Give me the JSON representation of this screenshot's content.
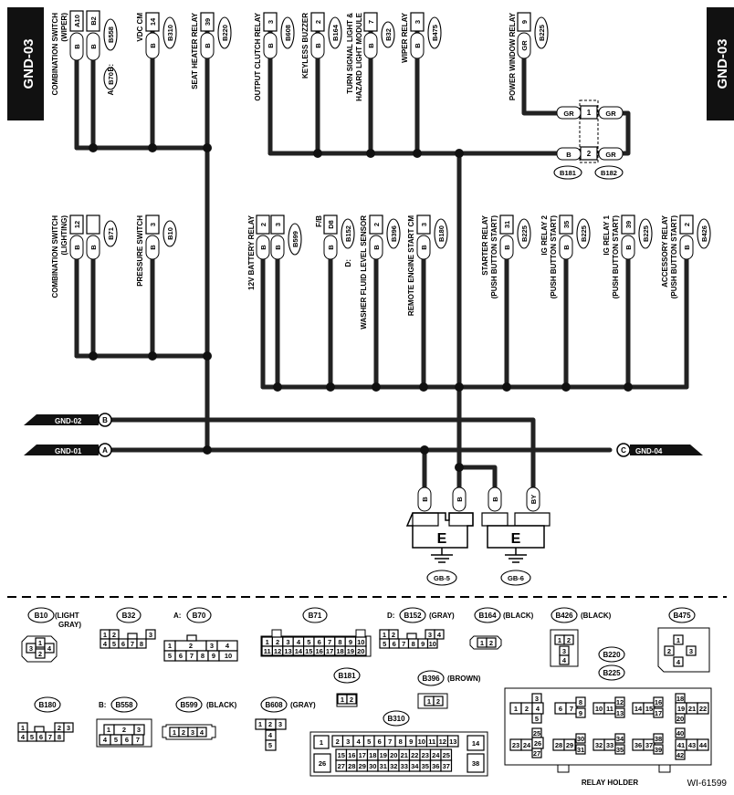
{
  "tabs": {
    "left": "GND-03",
    "right": "GND-03"
  },
  "components": {
    "comb_wiper": {
      "name1": "COMBINATION SWITCH",
      "name2": "(WIPER)",
      "pins": [
        "A10",
        "B2"
      ],
      "wires": [
        "B",
        "B"
      ],
      "conn_a": "A:",
      "conn_a_id": "B70",
      "conn_b": "B:",
      "conn_b_id": "B558"
    },
    "vdc": {
      "name": "VDC CM",
      "pin": "14",
      "wire": "B",
      "conn": "B310"
    },
    "seat": {
      "name": "SEAT HEATER RELAY",
      "pin": "39",
      "wire": "B",
      "conn": "B220"
    },
    "clutch": {
      "name": "OUTPUT CLUTCH RELAY",
      "pin": "3",
      "wire": "B",
      "conn": "B608"
    },
    "buzzer": {
      "name": "KEYLESS BUZZER",
      "pin": "2",
      "wire": "B",
      "conn": "B164"
    },
    "turn": {
      "name1": "TURN SIGNAL LIGHT &",
      "name2": "HAZARD LIGHT MODULE",
      "pin": "7",
      "wire": "B",
      "conn": "B32"
    },
    "wiper": {
      "name": "WIPER RELAY",
      "pin": "3",
      "wire": "B",
      "conn": "B475"
    },
    "pw": {
      "name": "POWER WINDOW RELAY",
      "pin": "9",
      "wire": "GR",
      "conn": "B225",
      "joint_pins": [
        "1",
        "2"
      ],
      "joint_wires": [
        "GR",
        "GR",
        "B",
        "GR"
      ],
      "joint_conns": [
        "B181",
        "B182"
      ]
    },
    "comb_light": {
      "name1": "COMBINATION SWITCH",
      "name2": "(LIGHTING)",
      "pin": "12",
      "wire": "B",
      "conn": "B71"
    },
    "pressure": {
      "name": "PRESSURE SWITCH",
      "pin": "3",
      "wire": "B",
      "conn": "B10"
    },
    "battery": {
      "name": "12V BATTERY RELAY",
      "pins": [
        "2",
        "3"
      ],
      "wires": [
        "B",
        "B"
      ],
      "conn": "B599"
    },
    "fb": {
      "name": "F/B",
      "pin": "D8",
      "wire": "B",
      "conn_pre": "D:",
      "conn": "B152"
    },
    "washer": {
      "name": "WASHER FLUID LEVEL SENSOR",
      "pin": "2",
      "wire": "B",
      "conn": "B396"
    },
    "remote": {
      "name": "REMOTE ENGINE START CM",
      "pin": "3",
      "wire": "B",
      "conn": "B180"
    },
    "starter": {
      "name1": "STARTER RELAY",
      "name2": "(PUSH BUTTON START)",
      "pin": "31",
      "wire": "B",
      "conn": "B225"
    },
    "ig2": {
      "name1": "IG RELAY 2",
      "name2": "(PUSH BUTTON START)",
      "pin": "35",
      "wire": "B",
      "conn": "B225"
    },
    "ig1": {
      "name1": "IG RELAY 1",
      "name2": "(PUSH BUTTON START)",
      "pin": "39",
      "wire": "B",
      "conn": "B225"
    },
    "acc": {
      "name1": "ACCESSORY RELAY",
      "name2": "(PUSH BUTTON START)",
      "pin": "2",
      "wire": "B",
      "conn": "B426"
    }
  },
  "bus": {
    "gnd02": "GND-02",
    "gnd02_mark": "B",
    "gnd01": "GND-01",
    "gnd01_mark": "A",
    "gnd04": "GND-04",
    "gnd04_mark": "C"
  },
  "grounds": {
    "wires": [
      "B",
      "B",
      "B",
      "BY"
    ],
    "e1": "E",
    "e2": "E",
    "gb1": "GB-5",
    "gb2": "GB-6"
  },
  "connectors": {
    "b10": {
      "id": "B10",
      "note1": "(LIGHT",
      "note2": "GRAY)",
      "pins": [
        "1",
        "3",
        "4",
        "2"
      ]
    },
    "b32": {
      "id": "B32",
      "pins": [
        "1",
        "2",
        "3",
        "4",
        "5",
        "6",
        "7",
        "8"
      ]
    },
    "b70": {
      "pre": "A:",
      "id": "B70",
      "pins": [
        "1",
        "2",
        "3",
        "4",
        "5",
        "6",
        "7",
        "8",
        "9",
        "10"
      ]
    },
    "b71": {
      "id": "B71",
      "pins": [
        "1",
        "2",
        "3",
        "4",
        "5",
        "6",
        "7",
        "8",
        "9",
        "10",
        "11",
        "12",
        "13",
        "14",
        "15",
        "16",
        "17",
        "18",
        "19",
        "20"
      ]
    },
    "b152": {
      "pre": "D:",
      "id": "B152",
      "note": "(GRAY)",
      "pins": [
        "1",
        "2",
        "3",
        "4",
        "5",
        "6",
        "7",
        "8",
        "9",
        "10"
      ]
    },
    "b164": {
      "id": "B164",
      "note": "(BLACK)",
      "pins": [
        "1",
        "2"
      ]
    },
    "b426": {
      "id": "B426",
      "note": "(BLACK)",
      "pins": [
        "1",
        "2",
        "3",
        "4"
      ]
    },
    "b475": {
      "id": "B475",
      "pins": [
        "1",
        "2",
        "3",
        "4"
      ]
    },
    "b220": {
      "id": "B220"
    },
    "b225": {
      "id": "B225"
    },
    "b181": {
      "id": "B181",
      "pins": [
        "1",
        "2"
      ]
    },
    "b396": {
      "id": "B396",
      "note": "(BROWN)",
      "pins": [
        "1",
        "2"
      ]
    },
    "b180": {
      "id": "B180",
      "pins": [
        "1",
        "2",
        "3",
        "4",
        "5",
        "6",
        "7",
        "8"
      ]
    },
    "b558": {
      "pre": "B:",
      "id": "B558",
      "pins": [
        "1",
        "2",
        "3",
        "4",
        "5",
        "6",
        "7"
      ]
    },
    "b599": {
      "id": "B599",
      "note": "(BLACK)",
      "pins": [
        "1",
        "2",
        "3",
        "4"
      ]
    },
    "b608": {
      "id": "B608",
      "note": "(GRAY)",
      "pins": [
        "1",
        "2",
        "3",
        "4",
        "5"
      ]
    },
    "b310": {
      "id": "B310",
      "pins": [
        "1",
        "2",
        "3",
        "4",
        "5",
        "6",
        "7",
        "8",
        "9",
        "10",
        "11",
        "12",
        "13",
        "14",
        "15",
        "16",
        "17",
        "18",
        "19",
        "20",
        "21",
        "22",
        "23",
        "24",
        "25",
        "26",
        "27",
        "28",
        "29",
        "30",
        "31",
        "32",
        "33",
        "34",
        "35",
        "36",
        "37",
        "38"
      ]
    },
    "relay_holder": {
      "label": "RELAY HOLDER",
      "pins": [
        "1",
        "2",
        "3",
        "4",
        "5",
        "6",
        "7",
        "8",
        "9",
        "10",
        "11",
        "12",
        "13",
        "14",
        "15",
        "16",
        "17",
        "18",
        "19",
        "20",
        "21",
        "22",
        "23",
        "24",
        "25",
        "26",
        "27",
        "28",
        "29",
        "30",
        "31",
        "32",
        "33",
        "34",
        "35",
        "36",
        "37",
        "38",
        "39",
        "40",
        "41",
        "42",
        "43",
        "44"
      ]
    }
  },
  "figure_id": "WI-61599"
}
